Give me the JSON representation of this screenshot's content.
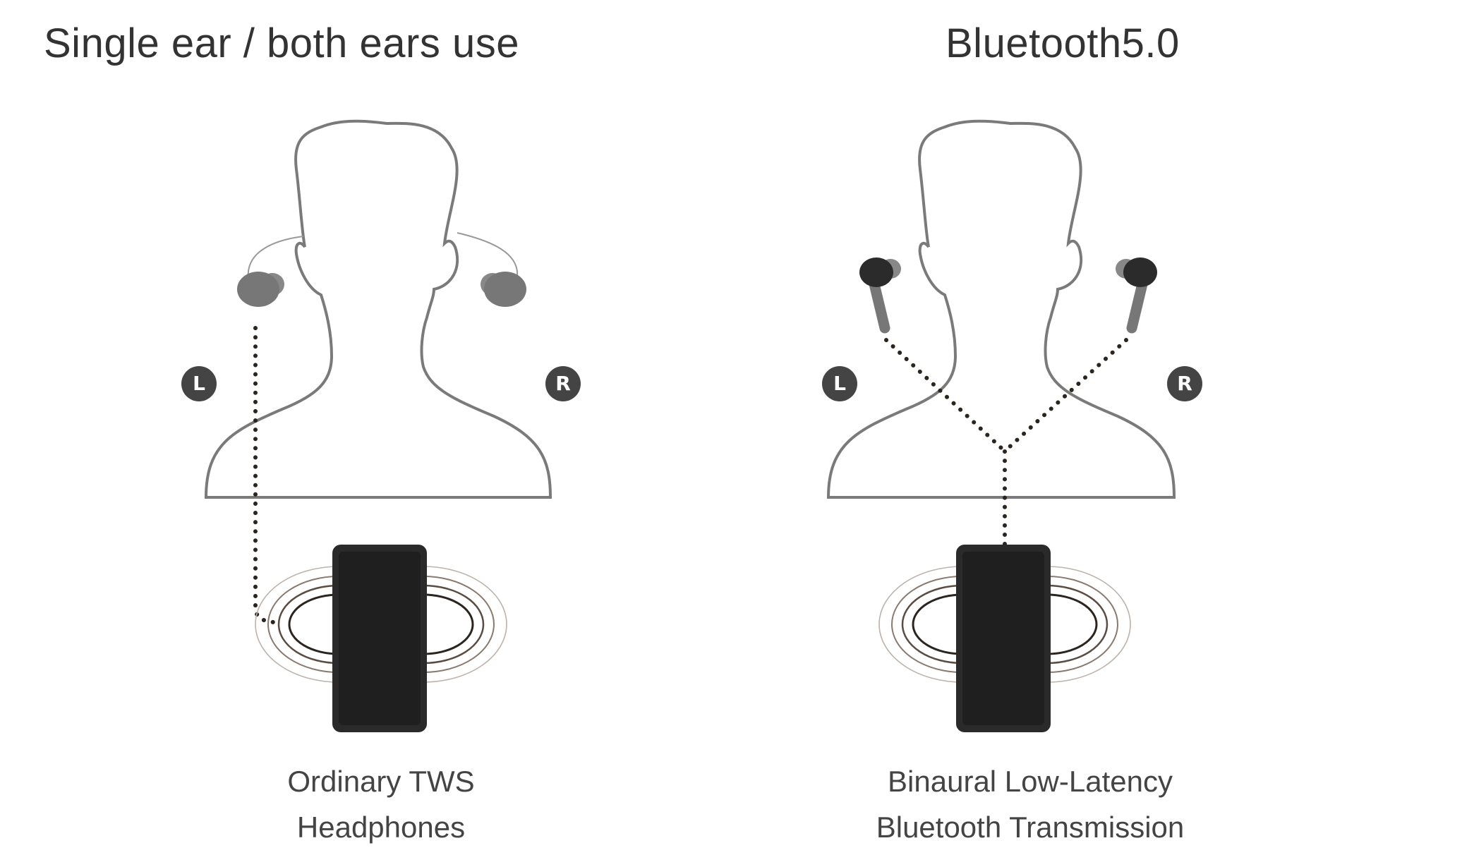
{
  "colors": {
    "outline": "#7a7a7a",
    "phone": "#2a2a2a",
    "earbud_grey": "#777777",
    "earbud_dark": "#2b2b2b",
    "dots": "#2b2520",
    "badge": "#444444"
  },
  "left_panel": {
    "title": "Single ear / both ears use",
    "left_label": "L",
    "right_label": "R",
    "caption_line1": "Ordinary TWS",
    "caption_line2": "Headphones"
  },
  "right_panel": {
    "title": "Bluetooth5.0",
    "left_label": "L",
    "right_label": "R",
    "caption_line1": "Binaural Low-Latency",
    "caption_line2": "Bluetooth Transmission"
  }
}
